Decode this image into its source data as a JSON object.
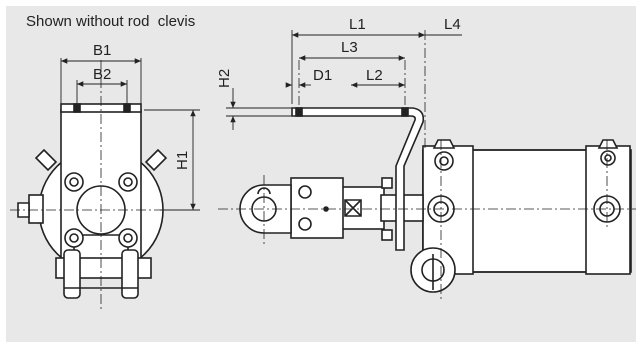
{
  "caption": "Shown without rod  clevis",
  "dimensions": {
    "b1": "B1",
    "b2": "B2",
    "h1": "H1",
    "h2": "H2",
    "l1": "L1",
    "l2": "L2",
    "l3": "L3",
    "l4": "L4",
    "d1": "D1"
  },
  "colors": {
    "background": "#e8e8e8",
    "part_fill": "#ffffff",
    "line": "#222222"
  }
}
